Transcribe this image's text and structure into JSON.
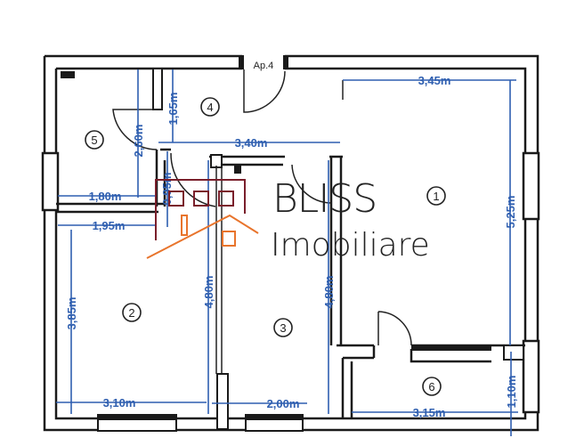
{
  "plan": {
    "entrance_label": "Ap.4",
    "rooms": [
      "1",
      "2",
      "3",
      "4",
      "5",
      "6"
    ],
    "dimensions": {
      "d345": "3,45m",
      "d525": "5,25m",
      "d340": "3,40m",
      "d165": "1,65m",
      "d260": "2,60m",
      "d095": "0,95m",
      "d180": "1,80m",
      "d195": "1,95m",
      "d385": "3,85m",
      "d480a": "4,80m",
      "d480b": "4,80m",
      "d310": "3,10m",
      "d200": "2,00m",
      "d315": "3,15m",
      "d110": "1,10m"
    },
    "dimension_color": "#2f5fb0"
  },
  "logo": {
    "line1": "BLISS",
    "line2": "Imobiliare",
    "house_color": "#7a1f2b",
    "roof_color": "#e8742c"
  }
}
